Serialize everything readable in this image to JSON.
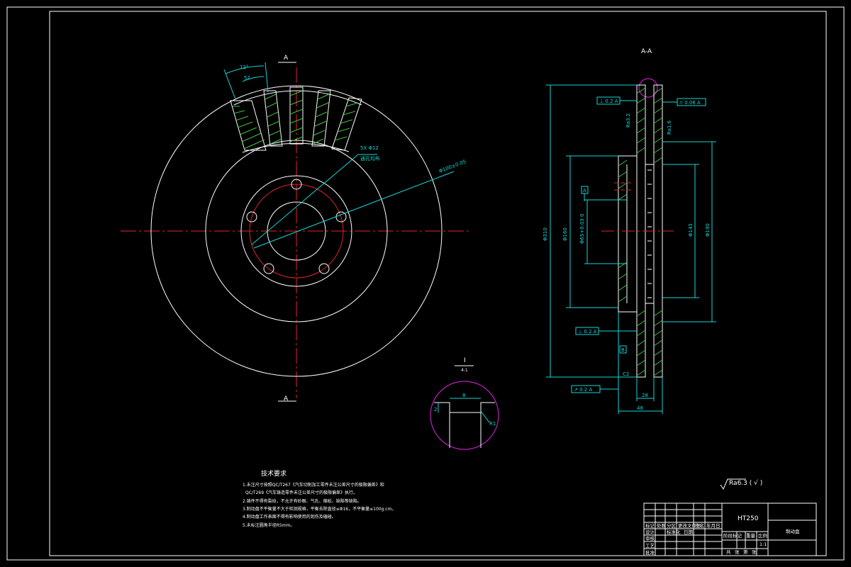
{
  "drawing": {
    "view_labels": {
      "section_top": "A",
      "section_bottom": "A",
      "section_view": "A-A",
      "detail_roman": "I",
      "detail_scale": "4:1"
    },
    "dims_front": {
      "angle1": "12°",
      "angle2": "52",
      "holes": "5X Φ12",
      "holes_note": "通孔均布",
      "pcd": "Φ100±0.05"
    },
    "dims_section": {
      "tol_top": "⊥ 0.2 A",
      "tol_right": "⌭ 0.06 A",
      "tol_mid": "⊥ 0.2 A",
      "tol_bottom": "↗ 0.2 A",
      "datum": "A",
      "datum_b": "B",
      "rough_left": "Ra3.2",
      "rough_right": "Ra1.6",
      "d310": "Φ310",
      "d160": "Φ160",
      "d65": "Φ65+0.03 0",
      "d143": "Φ143",
      "d190": "Φ190",
      "chamfer": "C2",
      "w28": "28",
      "w48": "48"
    },
    "detail": {
      "w8": "8",
      "h2": "2",
      "r1": "R1"
    },
    "notes": {
      "title": "技术要求",
      "lines": [
        "1.未注尺寸按照QC/T267《汽车切削加工零件未注公差尺寸的极限偏差》和",
        "QC/T269《汽车铸造零件未注公差尺寸的极限偏差》执行。",
        "2.铸件不得有裂纹，不允许有砂眼、气孔、缩松、缺陷等缺陷。",
        "3.制动盘不平衡量不大于检测规格，平衡去除直径≤Φ16，不平衡量≤100g.cm。",
        "4.制动盘工作表面不得有影响使用的划伤及磕碰。",
        "5.未标注圆角半径R5mm。"
      ]
    },
    "roughness_symbol": "Ra6.3 ( √ )",
    "title_block": {
      "material": "HT250",
      "part_name": "制动盘",
      "header_cells": [
        "标记",
        "处数",
        "分区",
        "更改文件号",
        "签名",
        "年月日"
      ],
      "row_labels": [
        "设计",
        "审核",
        "工艺",
        "批准"
      ],
      "mid_labels": [
        "标准化",
        "日期"
      ],
      "stage_cells": [
        "阶段标记",
        "重量",
        "比例"
      ],
      "scale": "1:1",
      "sheet_cells": [
        "共",
        "张",
        "第",
        "张"
      ]
    }
  }
}
